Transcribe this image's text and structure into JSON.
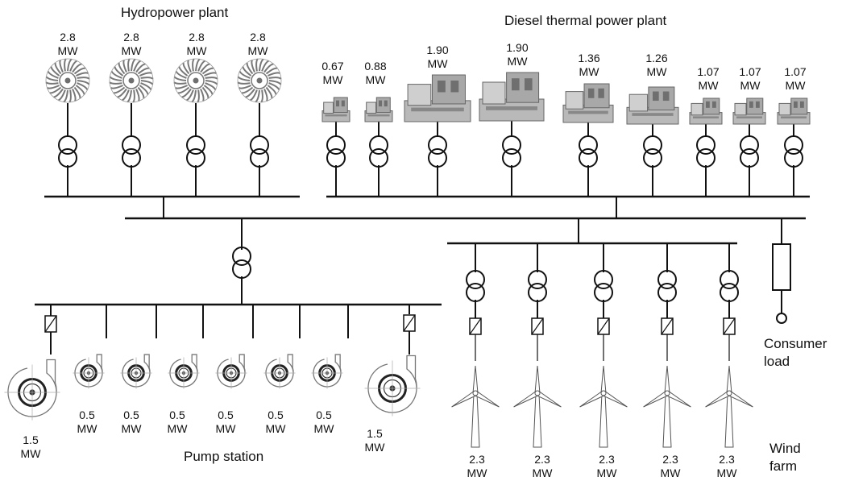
{
  "titles": {
    "hydro": "Hydropower plant",
    "diesel": "Diesel thermal power plant",
    "pump": "Pump station",
    "consumer_line1": "Consumer",
    "consumer_line2": "load",
    "wind_line1": "Wind",
    "wind_line2": "farm"
  },
  "hydro_units": [
    {
      "value": "2.8",
      "unit": "MW"
    },
    {
      "value": "2.8",
      "unit": "MW"
    },
    {
      "value": "2.8",
      "unit": "MW"
    },
    {
      "value": "2.8",
      "unit": "MW"
    }
  ],
  "diesel_units": [
    {
      "value": "0.67",
      "unit": "MW"
    },
    {
      "value": "0.88",
      "unit": "MW"
    },
    {
      "value": "1.90",
      "unit": "MW"
    },
    {
      "value": "1.90",
      "unit": "MW"
    },
    {
      "value": "1.36",
      "unit": "MW"
    },
    {
      "value": "1.26",
      "unit": "MW"
    },
    {
      "value": "1.07",
      "unit": "MW"
    },
    {
      "value": "1.07",
      "unit": "MW"
    },
    {
      "value": "1.07",
      "unit": "MW"
    }
  ],
  "pump_units": [
    {
      "value": "1.5",
      "unit": "MW"
    },
    {
      "value": "0.5",
      "unit": "MW"
    },
    {
      "value": "0.5",
      "unit": "MW"
    },
    {
      "value": "0.5",
      "unit": "MW"
    },
    {
      "value": "0.5",
      "unit": "MW"
    },
    {
      "value": "0.5",
      "unit": "MW"
    },
    {
      "value": "0.5",
      "unit": "MW"
    },
    {
      "value": "1.5",
      "unit": "MW"
    }
  ],
  "wind_units": [
    {
      "value": "2.3",
      "unit": "MW"
    },
    {
      "value": "2.3",
      "unit": "MW"
    },
    {
      "value": "2.3",
      "unit": "MW"
    },
    {
      "value": "2.3",
      "unit": "MW"
    },
    {
      "value": "2.3",
      "unit": "MW"
    }
  ],
  "icons": {
    "hydro": "hydro-turbine-icon",
    "diesel": "diesel-generator-icon",
    "transformer": "transformer-icon",
    "converter": "converter-icon",
    "pump": "centrifugal-pump-icon",
    "wind": "wind-turbine-icon",
    "load": "consumer-load-icon"
  },
  "colors": {
    "line": "#111111",
    "machine_body": "#b9b9b9",
    "machine_dark": "#6f6f6f",
    "pump_outline": "#777777",
    "wind_outline": "#555555"
  }
}
